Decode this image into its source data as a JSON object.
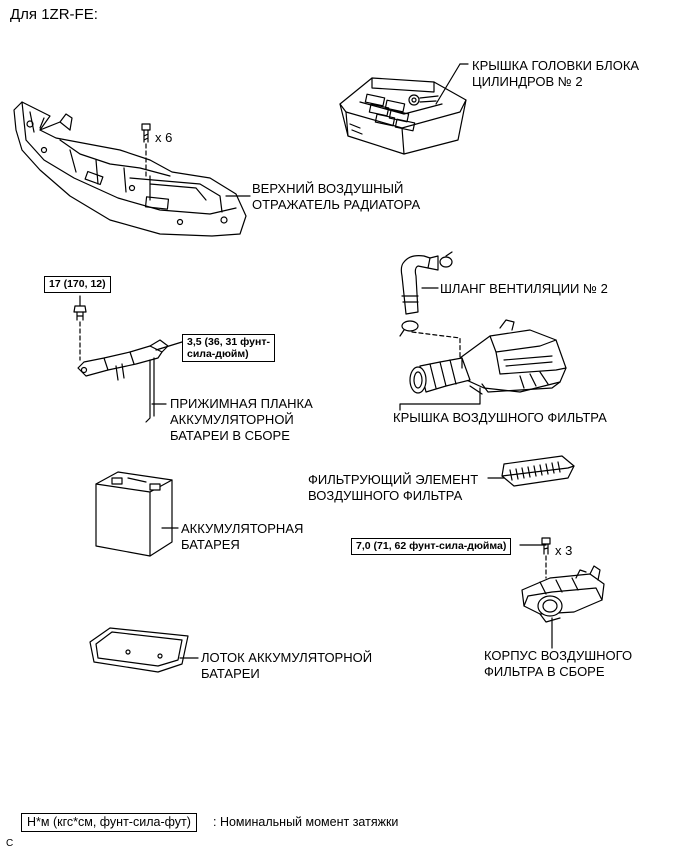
{
  "header": "Для 1ZR-FE:",
  "parts": {
    "cylinder_head_cover": [
      "КРЫШКА ГОЛОВКИ БЛОКА",
      "ЦИЛИНДРОВ № 2"
    ],
    "radiator_deflector": [
      "ВЕРХНИЙ ВОЗДУШНЫЙ",
      "ОТРАЖАТЕЛЬ РАДИАТОРА"
    ],
    "ventilation_hose": "ШЛАНГ ВЕНТИЛЯЦИИ № 2",
    "battery_clamp": [
      "ПРИЖИМНАЯ ПЛАНКА",
      "АККУМУЛЯТОРНОЙ",
      "БАТАРЕИ В СБОРЕ"
    ],
    "air_filter_cap": "КРЫШКА ВОЗДУШНОГО ФИЛЬТРА",
    "air_filter_element": [
      "ФИЛЬТРУЮЩИЙ ЭЛЕМЕНТ",
      "ВОЗДУШНОГО ФИЛЬТРА"
    ],
    "battery": [
      "АККУМУЛЯТОРНАЯ",
      "БАТАРЕЯ"
    ],
    "air_cleaner_case": [
      "КОРПУС ВОЗДУШНОГО",
      "ФИЛЬТРА В СБОРЕ"
    ],
    "battery_tray": [
      "ЛОТОК АККУМУЛЯТОРНОЙ",
      "БАТАРЕИ"
    ]
  },
  "multipliers": {
    "deflector_bolts": "x 6",
    "case_bolts": "x 3"
  },
  "torques": {
    "clamp_nut": "17 (170, 12)",
    "clamp_rod": [
      "3,5 (36, 31 фунт-",
      "сила-дюйм)"
    ],
    "case_bolt": "7,0 (71, 62 фунт-сила-дюйма)"
  },
  "legend": {
    "box": "Н*м (кгс*см, фунт-сила-фут)",
    "text": ": Номинальный момент затяжки"
  },
  "corner_mark": "C"
}
